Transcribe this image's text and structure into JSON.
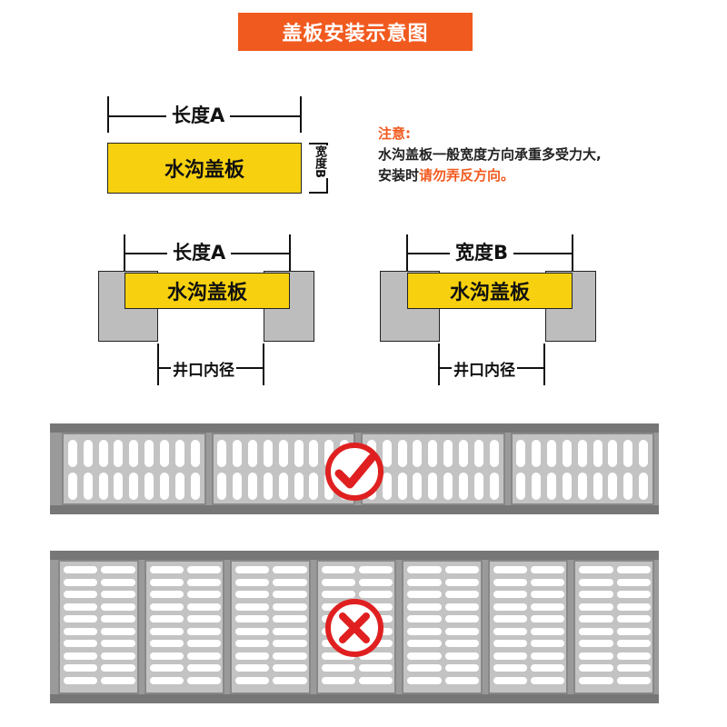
{
  "title": "盖板安装示意图",
  "top_diagram": {
    "length_label": "长度A",
    "width_label": "宽度B",
    "plate_label": "水沟盖板"
  },
  "note": {
    "heading": "注意:",
    "line1": "水沟盖板一般宽度方向承重多受力大,",
    "line2_prefix": "安装时",
    "line2_highlight": "请勿弄反方向。"
  },
  "left_section": {
    "dim_label": "长度A",
    "plate_label": "水沟盖板",
    "opening_label": "井口内径"
  },
  "right_section": {
    "dim_label": "宽度B",
    "plate_label": "水沟盖板",
    "opening_label": "井口内径"
  },
  "correct_example": {
    "icon": "check-icon",
    "color": "#e02020",
    "grates": 4
  },
  "wrong_example": {
    "icon": "cross-icon",
    "color": "#e02020",
    "grates": 7
  }
}
